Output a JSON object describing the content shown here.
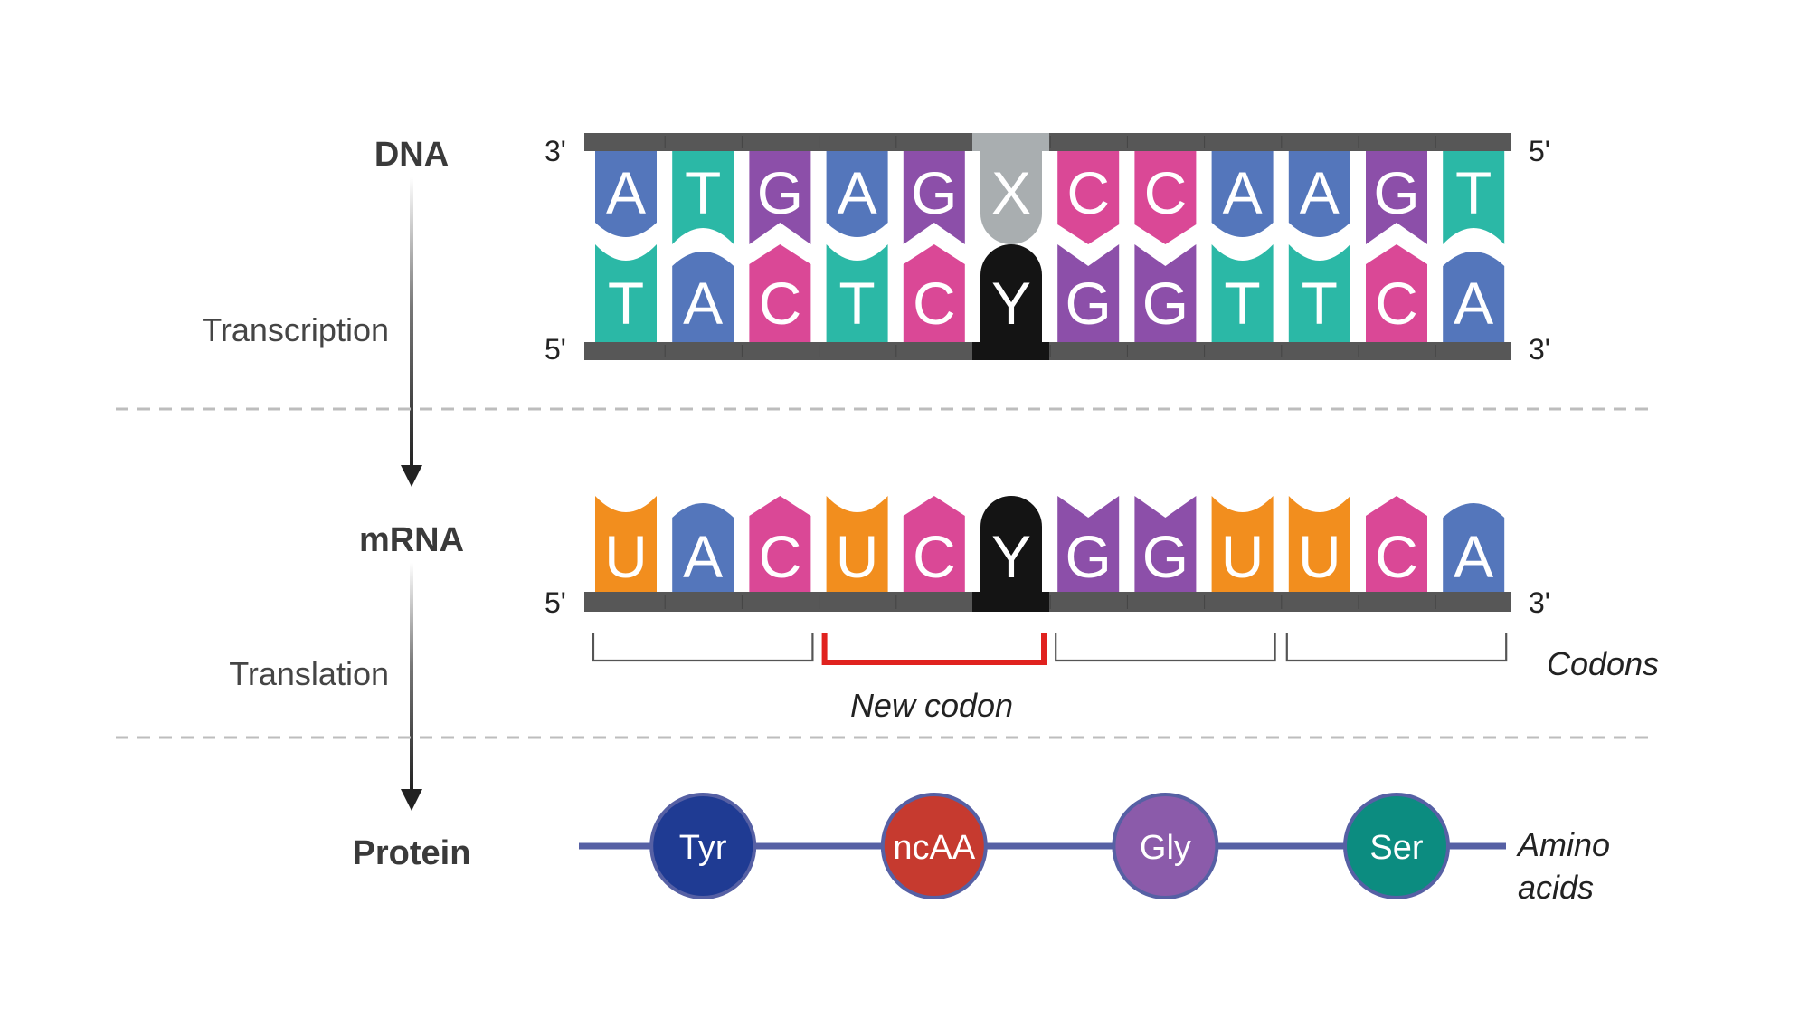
{
  "labels": {
    "dna": "DNA",
    "mrna": "mRNA",
    "protein": "Protein",
    "transcription": "Transcription",
    "translation": "Translation",
    "codons": "Codons",
    "new_codon": "New codon",
    "amino_acids_line1": "Amino",
    "amino_acids_line2": "acids"
  },
  "dna": {
    "top_strand": [
      "A",
      "T",
      "G",
      "A",
      "G",
      "X",
      "C",
      "C",
      "A",
      "A",
      "G",
      "T"
    ],
    "bottom_strand": [
      "T",
      "A",
      "C",
      "T",
      "C",
      "Y",
      "G",
      "G",
      "T",
      "T",
      "C",
      "A"
    ],
    "top_left_end": "3'",
    "top_right_end": "5'",
    "bottom_left_end": "5'",
    "bottom_right_end": "3'"
  },
  "mrna": {
    "strand": [
      "U",
      "A",
      "C",
      "U",
      "C",
      "Y",
      "G",
      "G",
      "U",
      "U",
      "C",
      "A"
    ],
    "left_end": "5'",
    "right_end": "3'",
    "highlighted_codon_index": 1
  },
  "protein": {
    "amino_acids": [
      "Tyr",
      "ncAA",
      "Gly",
      "Ser"
    ]
  },
  "colors": {
    "A": "#5476bb",
    "T": "#2bb8a6",
    "G": "#8c4fa9",
    "C": "#da4896",
    "U": "#f28e1e",
    "X": "#a9aeb0",
    "Y": "#141414",
    "backbone": "#575757",
    "highlight": "#e0221f",
    "chain": "#5660a4",
    "Tyr": "#1f3b93",
    "ncAA": "#c63a2f",
    "Gly": "#8b5baa",
    "Ser": "#0c8c80"
  }
}
